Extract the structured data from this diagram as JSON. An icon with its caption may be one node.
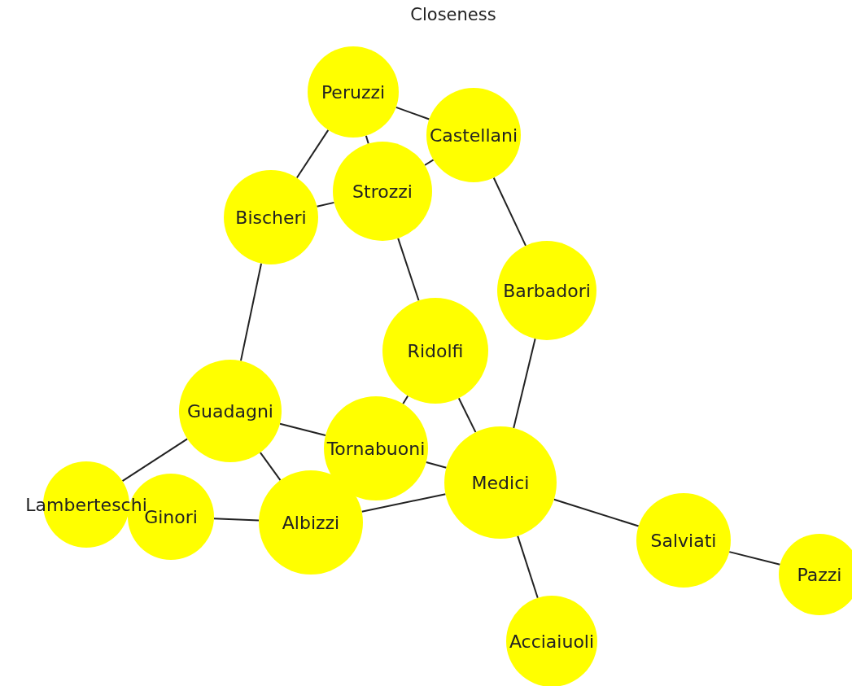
{
  "diagram": {
    "title": "Closeness",
    "nodes": [
      {
        "text": [
          "Peruzzi"
        ]
      },
      {
        "text": [
          "Castellani"
        ]
      },
      {
        "text": [
          "Strozzi"
        ]
      },
      {
        "text": [
          "Bischeri"
        ]
      },
      {
        "text": [
          "Barbadori"
        ]
      },
      {
        "text": [
          "Ridolfi"
        ]
      },
      {
        "text": [
          "Guadagni"
        ]
      },
      {
        "text": [
          "Tornabuoni"
        ]
      },
      {
        "text": [
          "Medici"
        ]
      },
      {
        "text": [
          "Lamberteschi"
        ]
      },
      {
        "text": [
          "Ginori"
        ]
      },
      {
        "text": [
          "Albizzi"
        ]
      },
      {
        "text": [
          "Salviati"
        ]
      },
      {
        "text": [
          "Pazzi"
        ]
      },
      {
        "text": [
          "Acciaiuoli"
        ]
      }
    ],
    "edges": [
      {
        "from": 0,
        "to": 1,
        "arrow": "none"
      },
      {
        "from": 0,
        "to": 2,
        "arrow": "none"
      },
      {
        "from": 0,
        "to": 3,
        "arrow": "none"
      },
      {
        "from": 1,
        "to": 2,
        "arrow": "none"
      },
      {
        "from": 1,
        "to": 4,
        "arrow": "none"
      },
      {
        "from": 2,
        "to": 3,
        "arrow": "none"
      },
      {
        "from": 2,
        "to": 5,
        "arrow": "none"
      },
      {
        "from": 3,
        "to": 6,
        "arrow": "none"
      },
      {
        "from": 4,
        "to": 8,
        "arrow": "none"
      },
      {
        "from": 5,
        "to": 8,
        "arrow": "none"
      },
      {
        "from": 5,
        "to": 7,
        "arrow": "none"
      },
      {
        "from": 6,
        "to": 7,
        "arrow": "none"
      },
      {
        "from": 6,
        "to": 9,
        "arrow": "none"
      },
      {
        "from": 6,
        "to": 11,
        "arrow": "none"
      },
      {
        "from": 7,
        "to": 8,
        "arrow": "none"
      },
      {
        "from": 10,
        "to": 11,
        "arrow": "none"
      },
      {
        "from": 11,
        "to": 8,
        "arrow": "none"
      },
      {
        "from": 8,
        "to": 12,
        "arrow": "none"
      },
      {
        "from": 8,
        "to": 14,
        "arrow": "none"
      },
      {
        "from": 12,
        "to": 13,
        "arrow": "none"
      }
    ]
  }
}
